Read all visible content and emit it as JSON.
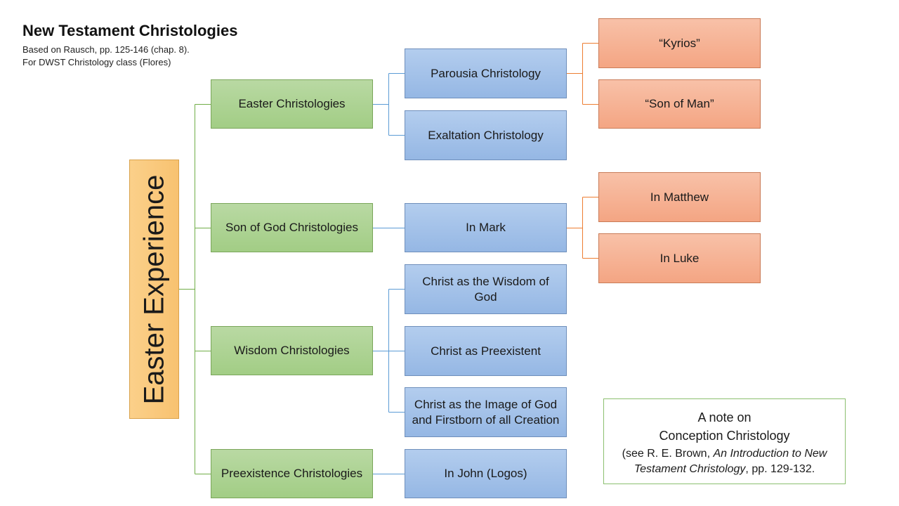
{
  "header": {
    "title": "New Testament Christologies",
    "source_line": "Based on Rausch, pp. 125-146 (chap. 8).",
    "class_line": "For DWST Christology class (Flores)"
  },
  "root": {
    "label": "Easter Experience"
  },
  "level1": [
    "Easter Christologies",
    "Son of God Christologies",
    "Wisdom Christologies",
    "Preexistence Christologies"
  ],
  "level2": [
    "Parousia Christology",
    "Exaltation Christology",
    "In Mark",
    "Christ as the Wisdom of God",
    "Christ as Preexistent",
    "Christ as the Image of God and Firstborn of all Creation",
    "In John (Logos)"
  ],
  "level3": [
    "“Kyrios”",
    "“Son of Man”",
    "In Matthew",
    "In Luke"
  ],
  "note": {
    "line1": "A note on",
    "line2": "Conception Christology",
    "line3_pre": "(see R. E. Brown, ",
    "line3_italic": "An Introduction to New Testament Christology",
    "line3_post": ", pp. 129-132."
  },
  "colors": {
    "root": "#f8c270",
    "level1": "#a9d18e",
    "level2": "#9dc3e6",
    "level3": "#f4b183",
    "green_connector": "#70ad47",
    "blue_connector": "#5b9bd5",
    "orange_connector": "#ed7d31"
  }
}
